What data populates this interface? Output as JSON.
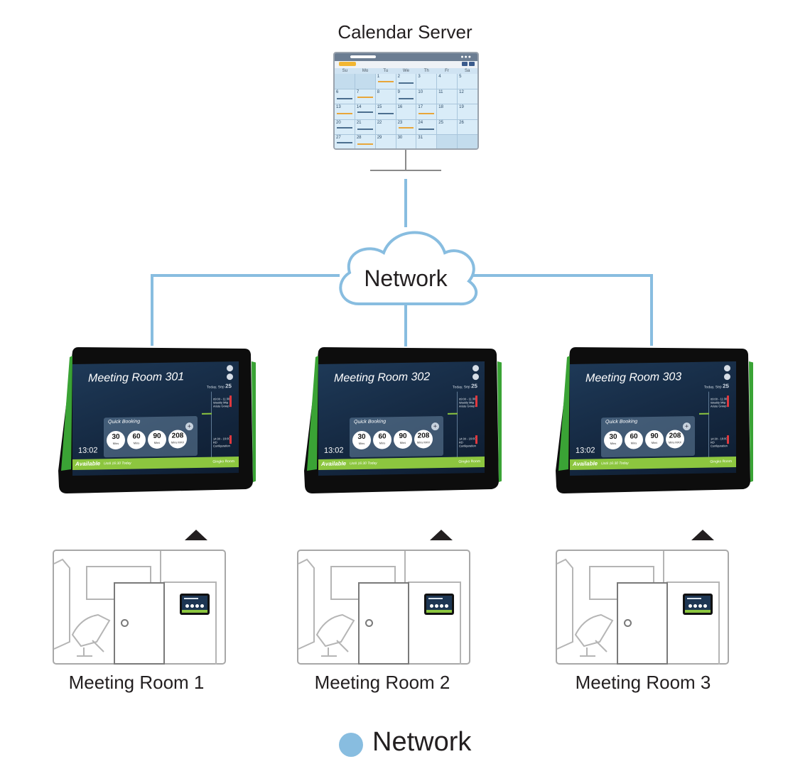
{
  "server": {
    "title": "Calendar Server",
    "calendar": {
      "weekdays": [
        "Su",
        "Mo",
        "Tu",
        "We",
        "Th",
        "Fr",
        "Sa"
      ],
      "days": [
        "",
        "",
        "1",
        "2",
        "3",
        "4",
        "5",
        "6",
        "7",
        "8",
        "9",
        "10",
        "11",
        "12",
        "13",
        "14",
        "15",
        "16",
        "17",
        "18",
        "19",
        "20",
        "21",
        "22",
        "23",
        "24",
        "25",
        "26",
        "27",
        "28",
        "29",
        "30",
        "31",
        "",
        ""
      ]
    }
  },
  "network": {
    "label": "Network"
  },
  "tablets": [
    {
      "room_name": "Meeting Room 301",
      "clock": "13:02",
      "status": "Available",
      "until": "Until 16:30 Today"
    },
    {
      "room_name": "Meeting Room 302",
      "clock": "13:02",
      "status": "Available",
      "until": "Until 16:30 Today"
    },
    {
      "room_name": "Meeting Room 303",
      "clock": "13:02",
      "status": "Available",
      "until": "Until 16:30 Today"
    }
  ],
  "tablet_common": {
    "today": "Today, Sep",
    "today_day": "25",
    "quick_booking": "Quick Booking",
    "plus": "+",
    "brand": "Gingko Room",
    "events": [
      "09:00 - 11:30 Weekly Mtg Aristo Group",
      "14:30 - 16:00 RD Configuration"
    ],
    "buttons": [
      {
        "value": "30",
        "unit": "Mins"
      },
      {
        "value": "60",
        "unit": "Mins"
      },
      {
        "value": "90",
        "unit": "Mins"
      },
      {
        "value": "208",
        "unit": "Mins MAX"
      }
    ]
  },
  "rooms": [
    {
      "label": "Meeting Room 1"
    },
    {
      "label": "Meeting Room 2"
    },
    {
      "label": "Meeting Room 3"
    }
  ],
  "legend": {
    "label": "Network",
    "color": "#88bde0"
  },
  "colors": {
    "network_line": "#88bde0",
    "available_green": "#8cc63f",
    "busy_red": "#e0383e"
  }
}
